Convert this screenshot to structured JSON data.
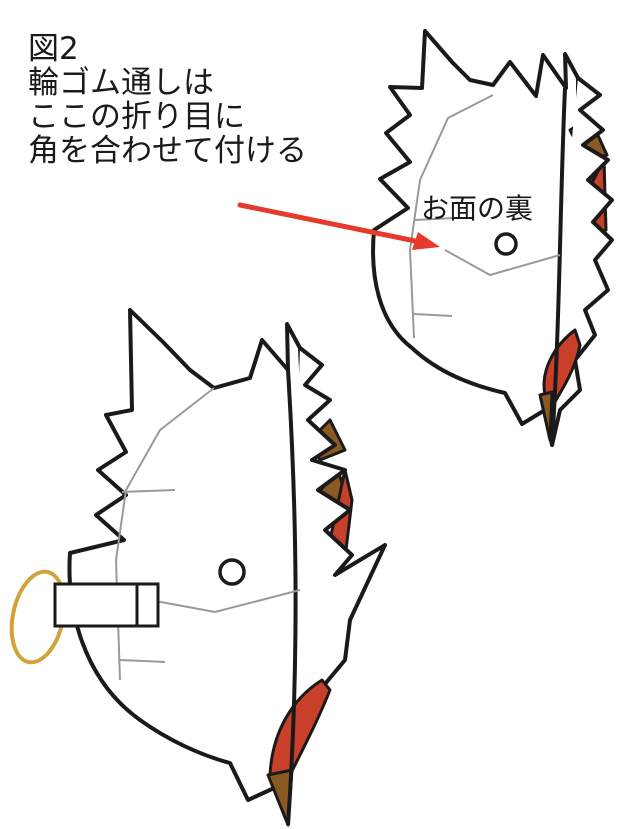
{
  "caption": {
    "figure_number": "図2",
    "line1": "輪ゴム通しは",
    "line2": "ここの折り目に",
    "line3": "角を合わせて付ける"
  },
  "labels": {
    "mask_back": "お面の裏"
  },
  "colors": {
    "outline": "#1a1a1a",
    "crease": "#999999",
    "brown": "#8b5a23",
    "red": "#c8402a",
    "arrow": "#e53a2c",
    "rubber_band": "#d4a23a"
  }
}
